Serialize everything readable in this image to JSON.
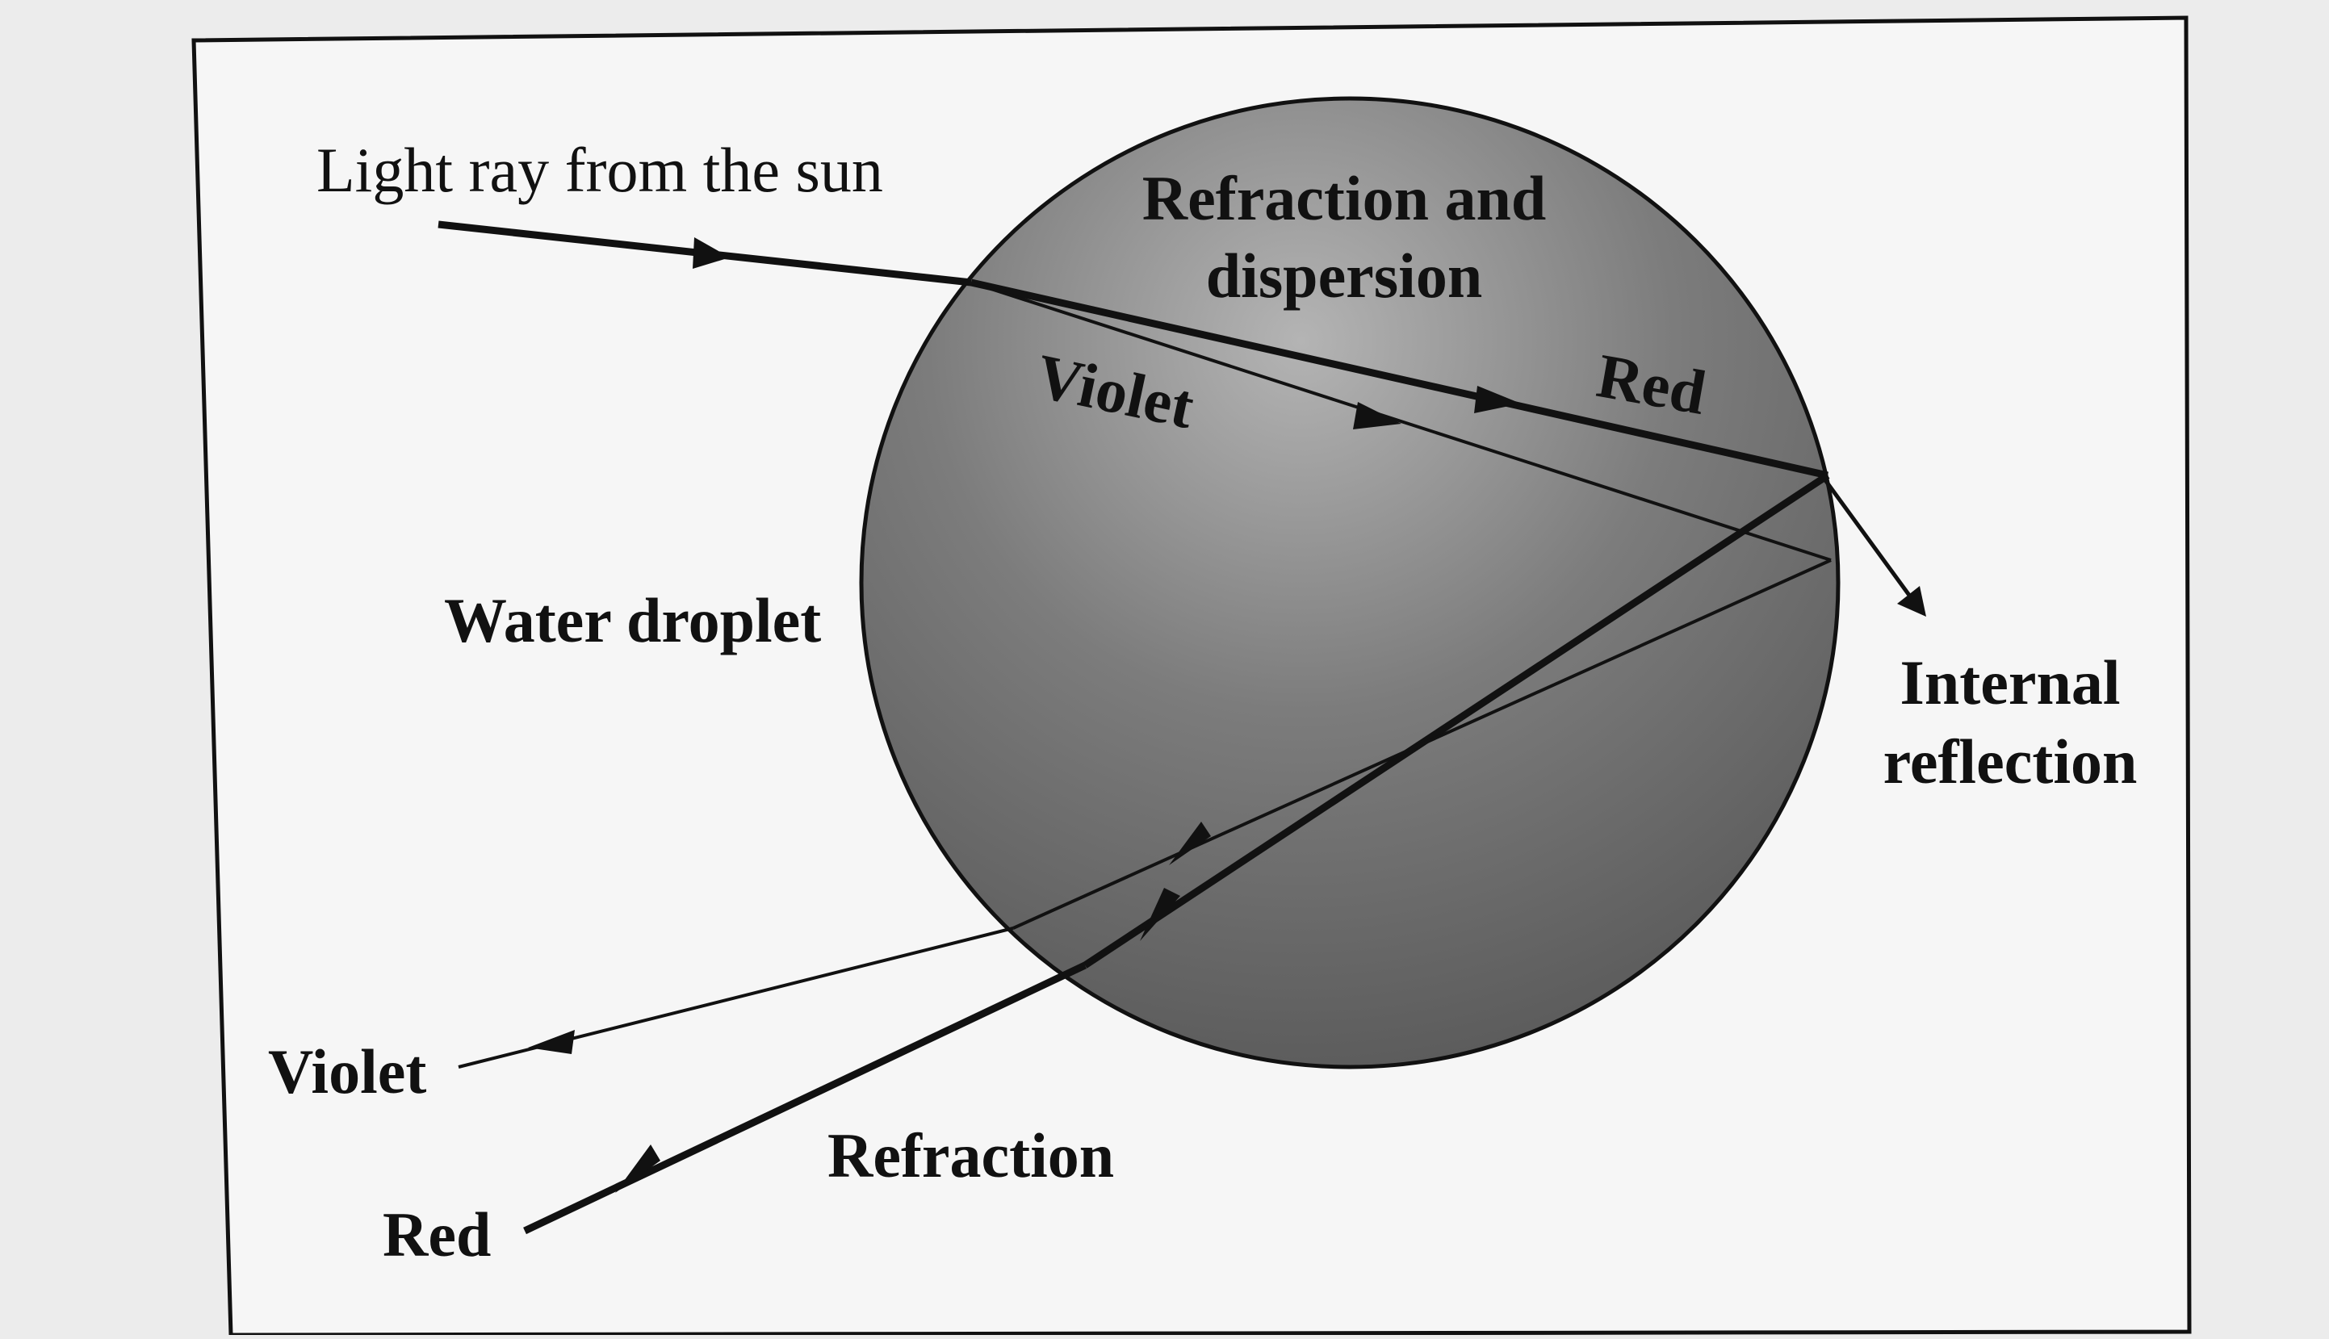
{
  "diagram": {
    "labels": {
      "light_ray": "Light ray from the sun",
      "refraction_dispersion_line1": "Refraction and",
      "refraction_dispersion_line2": "dispersion",
      "violet_inside": "Violet",
      "red_inside": "Red",
      "water_droplet": "Water droplet",
      "internal_reflection_line1": "Internal",
      "internal_reflection_line2": "reflection",
      "violet_out": "Violet",
      "red_out": "Red",
      "refraction": "Refraction"
    },
    "colors": {
      "background": "#ececec",
      "panel": "#f6f6f6",
      "droplet_dark": "#5a5a5a",
      "droplet_light": "#a9a9a9",
      "ink": "#111111"
    }
  }
}
